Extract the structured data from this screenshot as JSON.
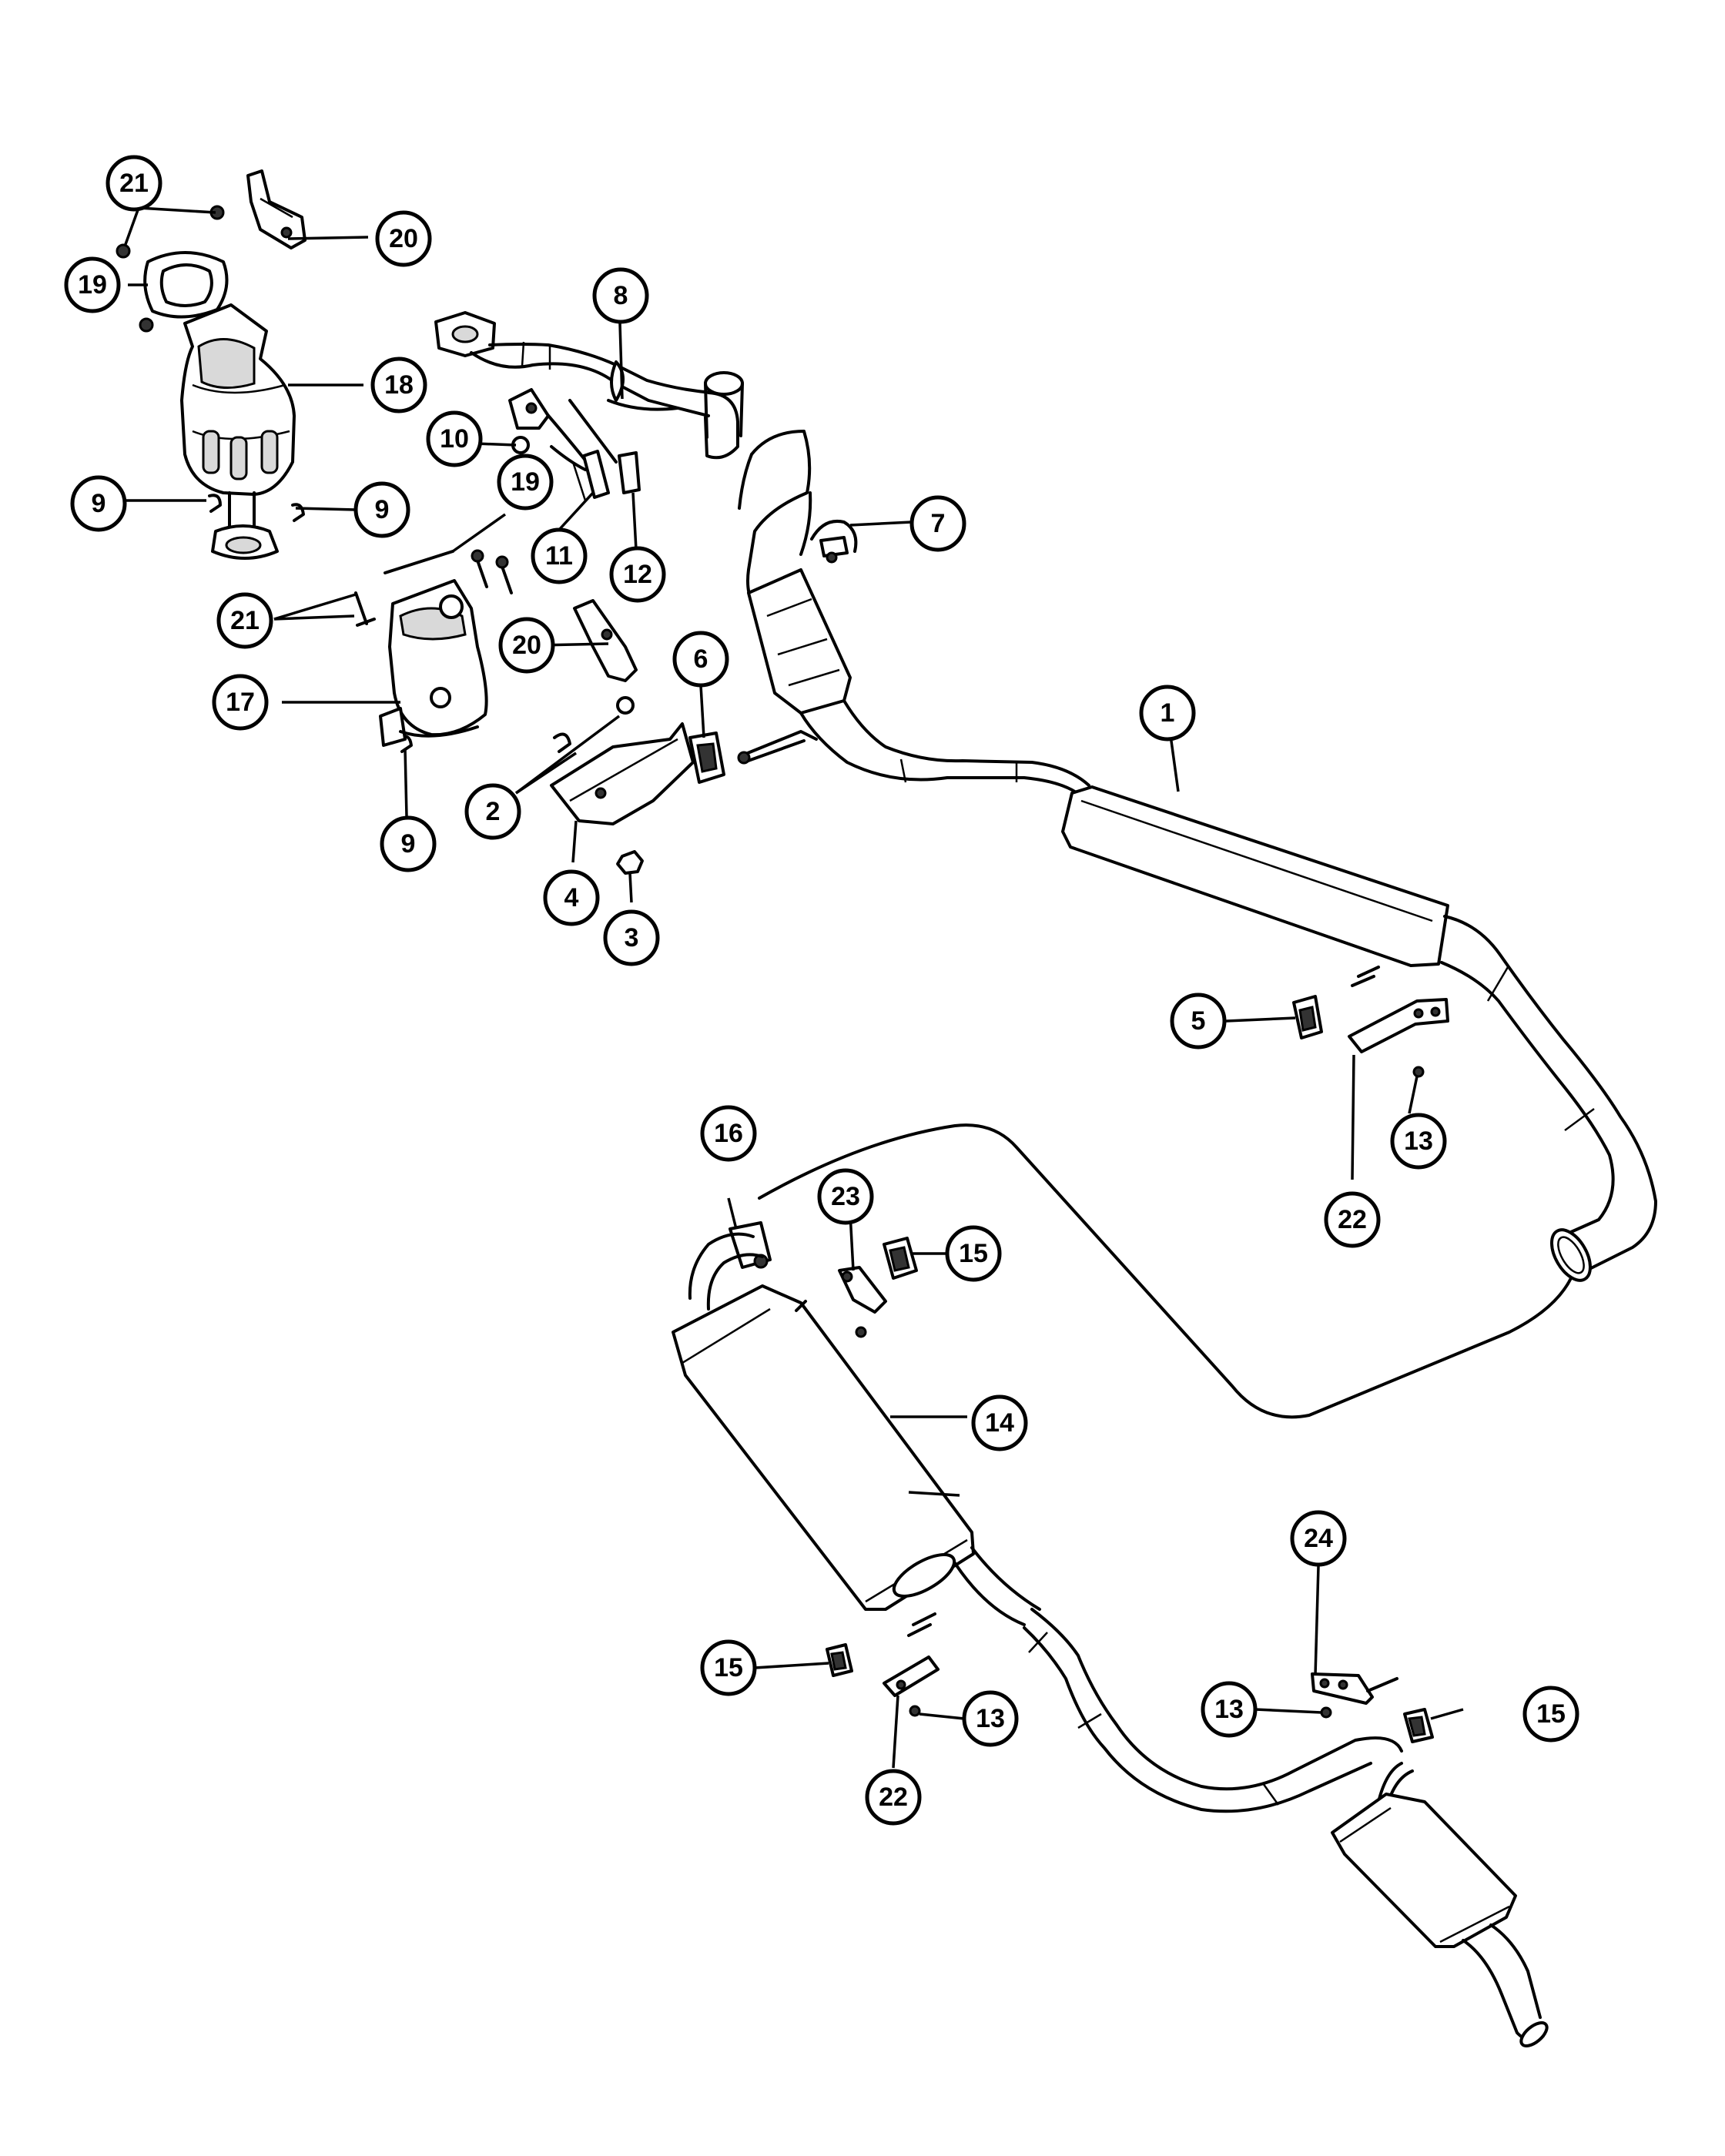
{
  "diagram": {
    "callouts": [
      {
        "id": "c1",
        "label": "1"
      },
      {
        "id": "c2",
        "label": "2"
      },
      {
        "id": "c3",
        "label": "3"
      },
      {
        "id": "c4",
        "label": "4"
      },
      {
        "id": "c5",
        "label": "5"
      },
      {
        "id": "c6",
        "label": "6"
      },
      {
        "id": "c7",
        "label": "7"
      },
      {
        "id": "c8",
        "label": "8"
      },
      {
        "id": "c9a",
        "label": "9"
      },
      {
        "id": "c9b",
        "label": "9"
      },
      {
        "id": "c9c",
        "label": "9"
      },
      {
        "id": "c10",
        "label": "10"
      },
      {
        "id": "c11",
        "label": "11"
      },
      {
        "id": "c12",
        "label": "12"
      },
      {
        "id": "c13a",
        "label": "13"
      },
      {
        "id": "c13b",
        "label": "13"
      },
      {
        "id": "c13c",
        "label": "13"
      },
      {
        "id": "c14",
        "label": "14"
      },
      {
        "id": "c15a",
        "label": "15"
      },
      {
        "id": "c15b",
        "label": "15"
      },
      {
        "id": "c15c",
        "label": "15"
      },
      {
        "id": "c16",
        "label": "16"
      },
      {
        "id": "c17",
        "label": "17"
      },
      {
        "id": "c18",
        "label": "18"
      },
      {
        "id": "c19a",
        "label": "19"
      },
      {
        "id": "c19b",
        "label": "19"
      },
      {
        "id": "c20a",
        "label": "20"
      },
      {
        "id": "c20b",
        "label": "20"
      },
      {
        "id": "c21a",
        "label": "21"
      },
      {
        "id": "c21b",
        "label": "21"
      },
      {
        "id": "c22a",
        "label": "22"
      },
      {
        "id": "c22b",
        "label": "22"
      },
      {
        "id": "c23",
        "label": "23"
      },
      {
        "id": "c24",
        "label": "24"
      }
    ]
  }
}
